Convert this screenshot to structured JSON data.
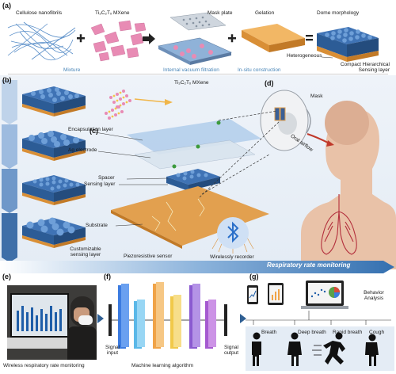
{
  "panel_a": {
    "letter": "(a)",
    "materials": [
      "Cellulose nanofibrils",
      "Ti₃C₂Tₓ MXene",
      "Mask plate",
      "Gelation",
      "Dome morphology",
      "Heterogeneous"
    ],
    "steps": [
      "Mixture",
      "Internal vacuum filtration",
      "In-situ construction"
    ],
    "result": "Compact Hierarchical Sensing layer"
  },
  "panel_b": {
    "letter": "(b)",
    "caption": "Customizable sensing layer"
  },
  "panel_c": {
    "letter": "(c)",
    "mxene": "Ti₃C₂Tₓ MXene",
    "layers": [
      "Encapsulation layer",
      "Ag electrode",
      "Spacer",
      "Sensing layer",
      "Substrate"
    ],
    "sensor": "Piezoresistive sensor",
    "recorder": "Wirelessly recorder"
  },
  "panel_d": {
    "letter": "(d)",
    "mask": "Mask",
    "airflow": "Oral airflow"
  },
  "banner": "Respiratory rate monitoring",
  "panel_e": {
    "letter": "(e)",
    "caption": "Wireless respiratory rate monitoring"
  },
  "panel_f": {
    "letter": "(f)",
    "input": "Signal input",
    "output": "Signal output",
    "caption": "Machine learning algorithm"
  },
  "panel_g": {
    "letter": "(g)",
    "analysis": "Behavior Analysis",
    "states": [
      "Breath",
      "Deep breath",
      "Rapid breath",
      "Cough"
    ]
  },
  "colors": {
    "accent_blue": "#4a86b8",
    "cnf_blue": "#5a8fc9",
    "mxene_pink": "#e88bb4",
    "gel_orange": "#e8a354",
    "banner_blue": "#2f5f93"
  }
}
